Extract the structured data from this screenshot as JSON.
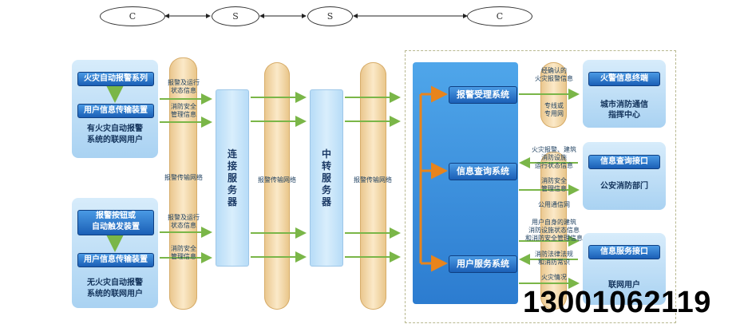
{
  "topology": {
    "c_left": "C",
    "s_left": "S",
    "s_right": "S",
    "c_right": "C"
  },
  "left_top_panel": {
    "alarm_system": "火灾自动报警系列",
    "transmitter": "用户信息传输装置",
    "caption": "有火灾自动报警\n系统的联网用户"
  },
  "left_bottom_panel": {
    "button_device": "报警按钮或\n自动触发装置",
    "transmitter": "用户信息传输装置",
    "caption": "无火灾自动报警\n系统的联网用户"
  },
  "pillar1": {
    "alarm_status_top": "报警及运行\n状态信息",
    "safety_mgmt_top": "消防安全\n管理信息",
    "network": "报警传输网络",
    "alarm_status_bottom": "报警及运行\n状态信息",
    "safety_mgmt_bottom": "消防安全\n管理信息"
  },
  "connect_server": "连\n接\n服\n务\n器",
  "pillar2": {
    "network": "报警传输网络"
  },
  "relay_server": "中\n转\n服\n务\n器",
  "pillar3": {
    "network": "报警传输网络"
  },
  "systems": {
    "alarm_accept": "报警受理系统",
    "info_query": "信息查询系统",
    "user_service": "用户服务系统"
  },
  "right_pillar": {
    "confirmed_alarm": "经确认的\n火灾报警信息",
    "dedicated_line": "专线或\n专用网",
    "fire_building_status": "火灾报警、建筑\n消防设施\n运行状态信息",
    "safety_mgmt": "消防安全\n管理信息",
    "public_net": "公用通信网",
    "user_fire_status": "用户自身的建筑\n消防设施状态信息\n和消防安全管理信息",
    "law_knowledge": "消防法律法规\n和消防常识",
    "fire_situation": "火灾情况"
  },
  "interfaces": {
    "alarm_terminal": "火警信息终端",
    "alarm_terminal_caption": "城市消防通信\n指挥中心",
    "query_interface": "信息查询接口",
    "query_interface_caption": "公安消防部门",
    "service_interface": "信息服务接口",
    "service_interface_caption": "联网用户"
  },
  "phone": "13001062119",
  "colors": {
    "system_blue": "#1b5fb6",
    "pillar_tan": "#e9c58b",
    "panel_blue": "#a9d2f2",
    "arrow_green": "#7ab648",
    "arrow_orange": "#e8841c",
    "dash_frame": "#b8b890"
  }
}
